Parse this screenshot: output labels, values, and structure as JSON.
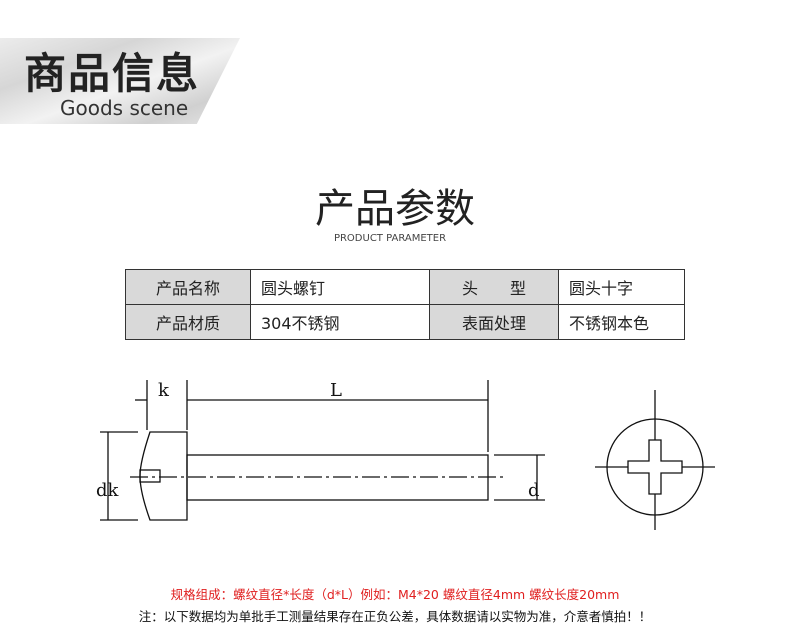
{
  "header": {
    "title": "商品信息",
    "subtitle": "Goods scene"
  },
  "section": {
    "title": "产品参数",
    "subtitle": "PRODUCT PARAMETER"
  },
  "table": {
    "rows": [
      [
        "产品名称",
        "圆头螺钉",
        "头　　型",
        "圆头十字"
      ],
      [
        "产品材质",
        "304不锈钢",
        "表面处理",
        "不锈钢本色"
      ]
    ]
  },
  "drawing": {
    "k": "k",
    "L": "L",
    "dk": "dk",
    "d": "d"
  },
  "notes": {
    "spec": "规格组成：螺纹直径*长度（d*L）例如：M4*20 螺纹直径4mm 螺纹长度20mm",
    "disclaimer": "注：以下数据均为单批手工测量结果存在正负公差，具体数据请以实物为准，介意者慎拍！！"
  }
}
